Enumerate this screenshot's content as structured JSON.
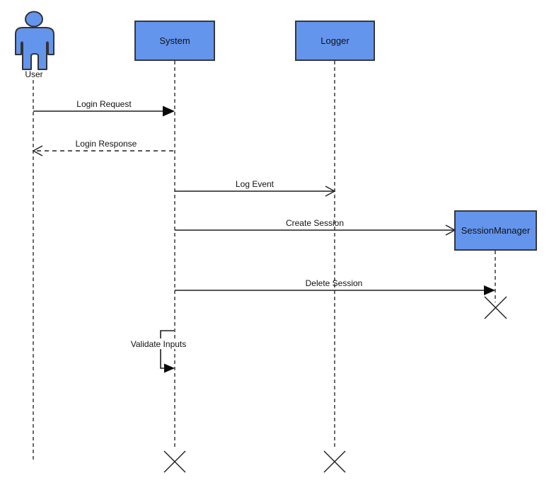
{
  "diagram": {
    "type": "uml-sequence-diagram",
    "participants": [
      {
        "name": "User",
        "kind": "actor"
      },
      {
        "name": "System",
        "kind": "object-box"
      },
      {
        "name": "Logger",
        "kind": "object-box"
      },
      {
        "name": "SessionManager",
        "kind": "object-box",
        "created_during_flow": true,
        "destroyed": true
      }
    ],
    "messages": [
      {
        "label": "Login Request",
        "from": "User",
        "to": "System",
        "line_style": "solid",
        "arrowhead": "filled"
      },
      {
        "label": "Login Response",
        "from": "System",
        "to": "User",
        "line_style": "dashed",
        "arrowhead": "open"
      },
      {
        "label": "Log Event",
        "from": "System",
        "to": "Logger",
        "line_style": "solid",
        "arrowhead": "open"
      },
      {
        "label": "Create Session",
        "from": "System",
        "to": "SessionManager",
        "line_style": "solid",
        "arrowhead": "open"
      },
      {
        "label": "Delete Session",
        "from": "System",
        "to": "SessionManager",
        "line_style": "solid",
        "arrowhead": "filled"
      },
      {
        "label": "Validate Inputs",
        "from": "System",
        "to": "System",
        "line_style": "solid",
        "arrowhead": "filled",
        "self_message": true
      }
    ],
    "destruction_marks": [
      {
        "on": "SessionManager",
        "position": "after Delete Session"
      },
      {
        "on": "System",
        "position": "bottom"
      },
      {
        "on": "Logger",
        "position": "bottom"
      }
    ],
    "colors": {
      "box_fill": "#6495ED",
      "box_border": "#383838",
      "line": "#1f1f1f",
      "background": "#ffffff"
    }
  }
}
